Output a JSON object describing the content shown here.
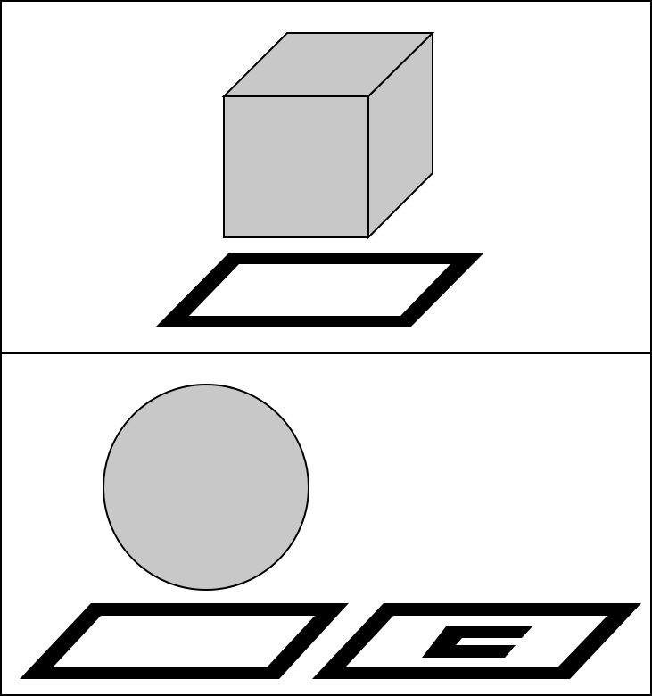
{
  "colors": {
    "background": "#ffffff",
    "stroke": "#000000",
    "solid_fill": "#c8c8c8"
  },
  "panels": [
    {
      "id": "top",
      "object": "cube",
      "platforms": [
        {
          "id": "base",
          "symbol": null
        }
      ]
    },
    {
      "id": "bottom",
      "object": "sphere",
      "platforms": [
        {
          "id": "left",
          "symbol": null
        },
        {
          "id": "right",
          "symbol": "c-shape"
        }
      ]
    }
  ]
}
